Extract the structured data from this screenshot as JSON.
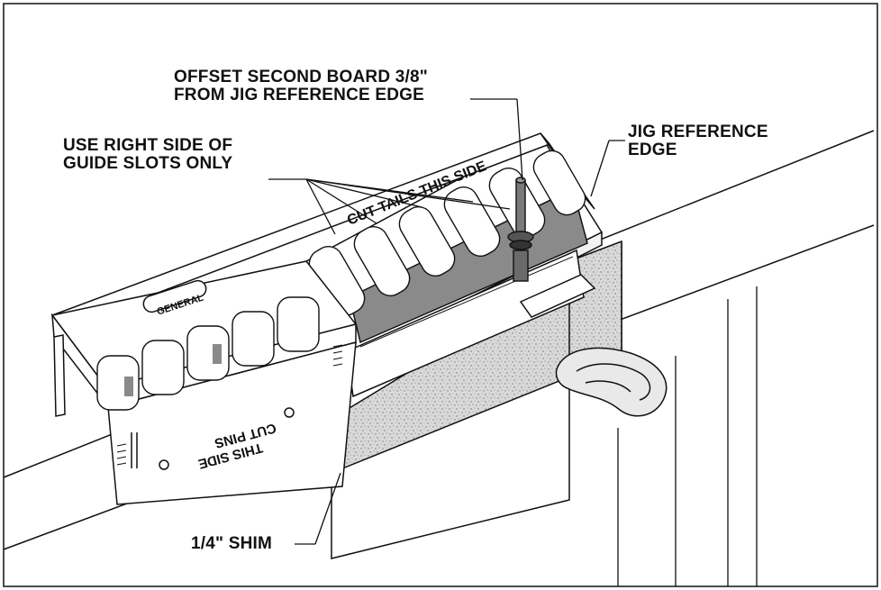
{
  "colors": {
    "ink": "#111111",
    "paper": "#ffffff",
    "shim": "#d7d7d7",
    "slot_shade": "#8a8a8a",
    "handle": "#6d6d6d"
  },
  "callouts": {
    "offset": [
      "OFFSET SECOND BOARD 3/8\"",
      "FROM  JIG REFERENCE EDGE"
    ],
    "guide": [
      "USE RIGHT SIDE OF",
      "GUIDE SLOTS ONLY"
    ],
    "reference": [
      "JIG REFERENCE",
      "EDGE"
    ],
    "shim": [
      "1/4\" SHIM"
    ]
  },
  "jig_text": {
    "tails": "CUT TAILS THIS SIDE",
    "pins_1": "CUT PINS",
    "pins_2": "THIS SIDE",
    "brand": "GENERAL"
  },
  "icons": {
    "router_bit": "router-bit-icon",
    "clamp_knob": "clamp-knob-icon"
  }
}
